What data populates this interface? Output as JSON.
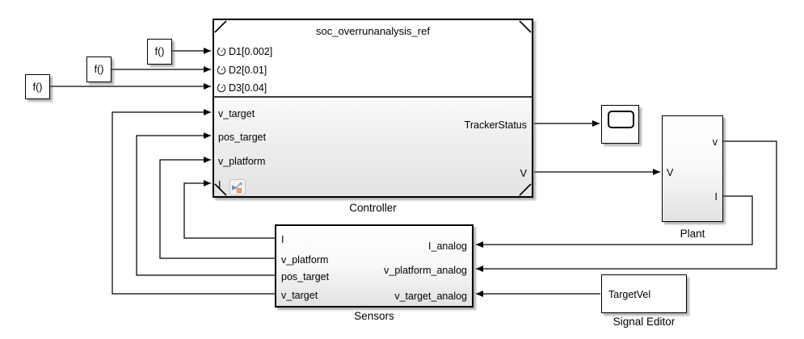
{
  "diagram_type": "simulink-block-diagram",
  "controller": {
    "title": "soc_overrunanalysis_ref",
    "caption": "Controller",
    "clock_ports": [
      "D1[0.002]",
      "D2[0.01]",
      "D3[0.04]"
    ],
    "input_ports": [
      "v_target",
      "pos_target",
      "v_platform",
      "I"
    ],
    "output_ports": [
      "TrackerStatus",
      "V"
    ]
  },
  "function_callers": {
    "labels": [
      "f()",
      "f()",
      "f()"
    ]
  },
  "plant": {
    "caption": "Plant",
    "input_ports": [
      "V"
    ],
    "output_ports": [
      "v",
      "I"
    ]
  },
  "sensors": {
    "caption": "Sensors",
    "output_ports": [
      "I",
      "v_platform",
      "pos_target",
      "v_target"
    ],
    "input_ports": [
      "I_analog",
      "v_platform_analog",
      "v_target_analog"
    ]
  },
  "signal_editor": {
    "caption": "Signal Editor",
    "signal_name": "TargetVel"
  },
  "icons": {
    "clock": "clock-icon",
    "model_reference_badge": "model-reference-badge-icon",
    "scope": "scope-display"
  },
  "colors": {
    "background": "#ffffff",
    "wire": "#000000",
    "block_border": "#000000",
    "block_fill_top": "#ffffff",
    "block_fill_bottom": "#e2e2e2",
    "shadow": "#8f8f8f",
    "badge_blue": "#6a92c4",
    "badge_orange": "#e8a37a"
  }
}
